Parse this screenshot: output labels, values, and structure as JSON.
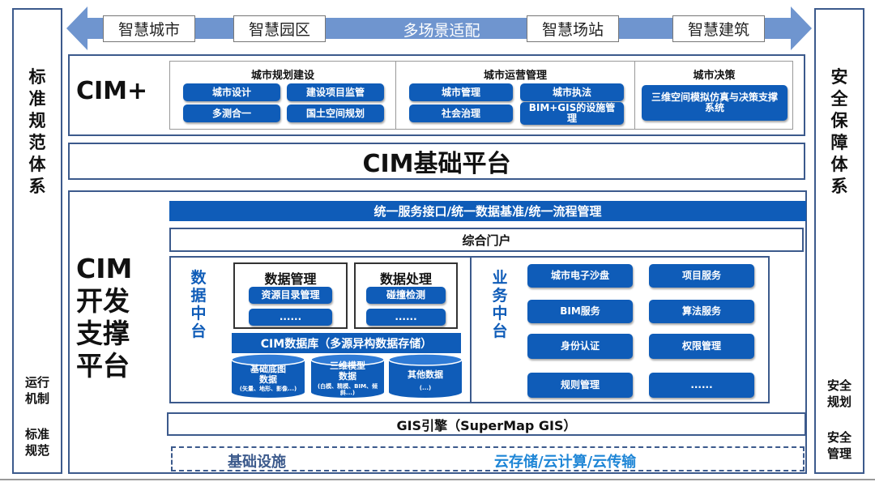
{
  "top_arrow": {
    "center_label": "多场景适配",
    "scenarios": [
      "智慧城市",
      "智慧园区",
      "智慧场站",
      "智慧建筑"
    ]
  },
  "left_side": {
    "title_chars": [
      "标",
      "准",
      "规",
      "范",
      "体",
      "系"
    ],
    "bottom_1": "运行\n机制",
    "bottom_2": "标准\n规范"
  },
  "right_side": {
    "title_chars": [
      "安",
      "全",
      "保",
      "障",
      "体",
      "系"
    ],
    "bottom_1": "安全\n规划",
    "bottom_2": "安全\n管理"
  },
  "cim_plus": {
    "label": "CIM+",
    "groups": [
      {
        "title": "城市规划建设",
        "items": [
          "城市设计",
          "建设项目监管",
          "多测合一",
          "国土空间规划"
        ]
      },
      {
        "title": "城市运营管理",
        "items": [
          "城市管理",
          "城市执法",
          "社会治理",
          "BIM+GIS的设施管理"
        ]
      },
      {
        "title": "城市决策",
        "items": [
          "三维空间模拟仿真与决策支撑系统"
        ]
      }
    ]
  },
  "cim_base": {
    "label": "CIM基础平台"
  },
  "dev_platform": {
    "label_lines": [
      "CIM",
      "开发",
      "支撑",
      "平台"
    ],
    "unified_bar": "统一服务接口/统一数据基准/统一流程管理",
    "portal": "综合门户",
    "data_center": {
      "label_chars": [
        "数",
        "据",
        "中",
        "台"
      ],
      "mgmt": {
        "title": "数据管理",
        "items": [
          "资源目录管理",
          "......"
        ]
      },
      "proc": {
        "title": "数据处理",
        "items": [
          "碰撞检测",
          "......"
        ]
      },
      "db_label": "CIM数据库（多源异构数据存储）",
      "cylinders": [
        {
          "title": "基础底图\n数据",
          "sub": "(矢量、地形、影像...)"
        },
        {
          "title": "三维模型\n数据",
          "sub": "(白模、精模、BIM、倾斜...)"
        },
        {
          "title": "其他数据",
          "sub": "(...)"
        }
      ]
    },
    "biz_center": {
      "label_chars": [
        "业",
        "务",
        "中",
        "台"
      ],
      "services": [
        "城市电子沙盘",
        "项目服务",
        "BIM服务",
        "算法服务",
        "身份认证",
        "权限管理",
        "规则管理",
        "......"
      ]
    },
    "gis_engine": "GIS引擎（SuperMap GIS）",
    "infra": {
      "left": "基础设施",
      "right": "云存储/云计算/云传输"
    }
  },
  "colors": {
    "primary_blue": "#0f5cb8",
    "frame": "#3c5a8c",
    "arrow": "#6f95cf"
  }
}
